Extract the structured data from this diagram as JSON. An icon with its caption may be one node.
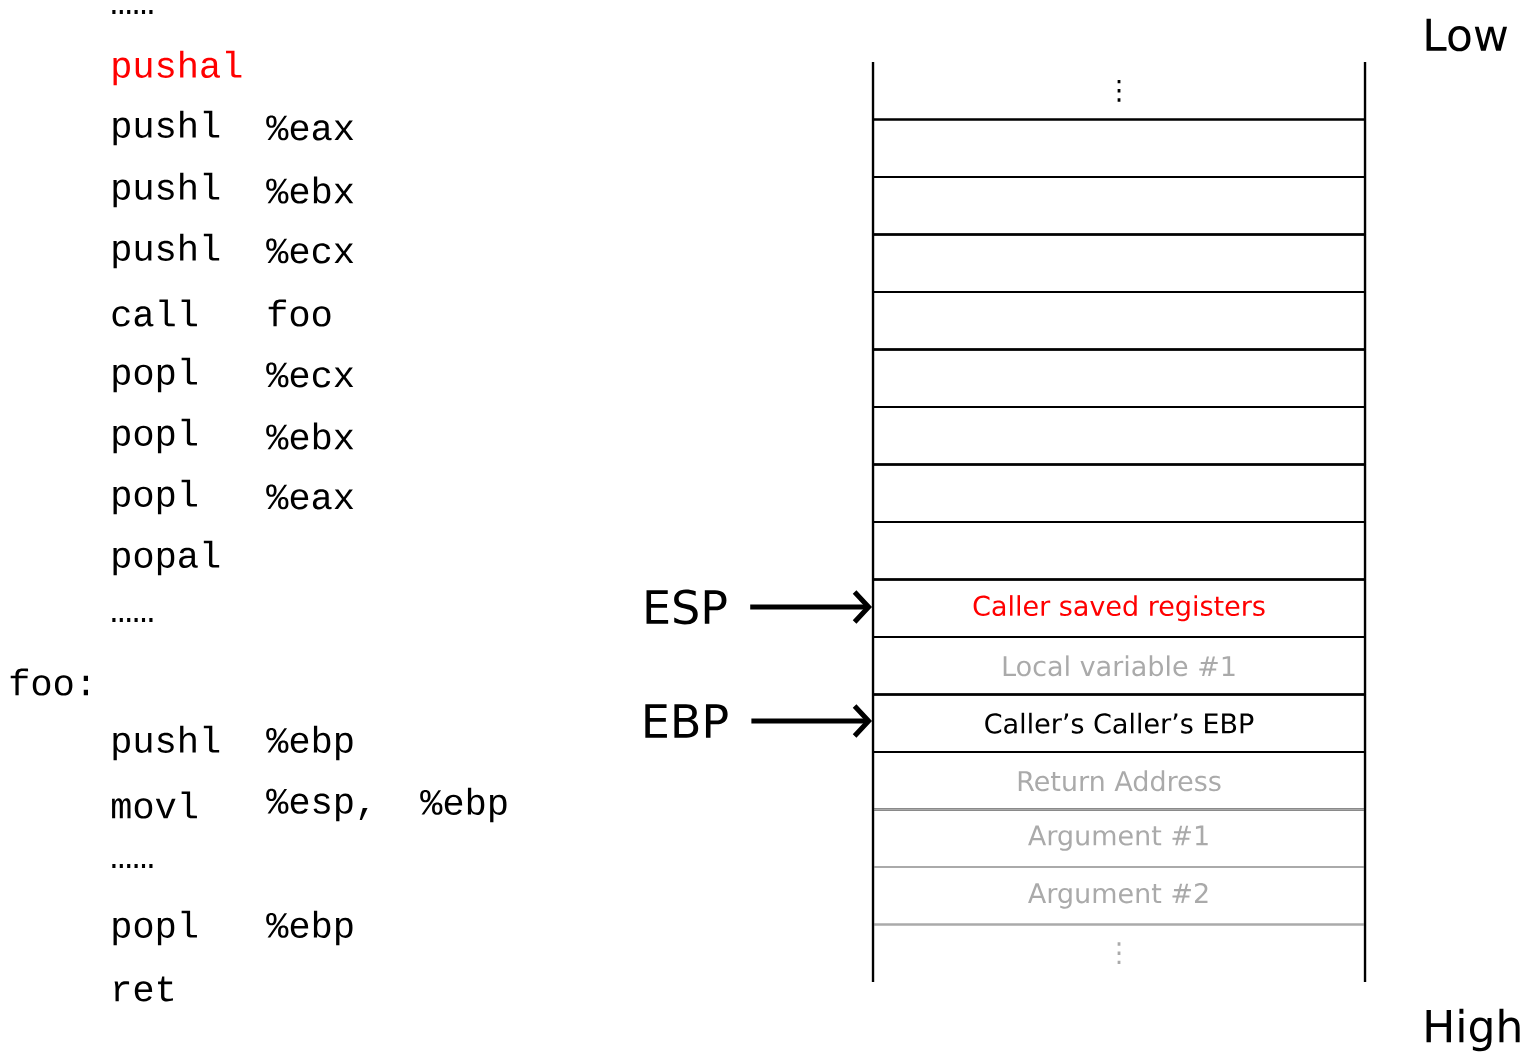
{
  "diagram": {
    "nodes": [
      {
        "text": [
          "⋮"
        ]
      },
      {
        "text": [],
        "shape": "box"
      },
      {
        "text": [],
        "shape": "box"
      },
      {
        "text": [],
        "shape": "box"
      },
      {
        "text": [],
        "shape": "box"
      },
      {
        "text": [],
        "shape": "box"
      },
      {
        "text": [],
        "shape": "box"
      },
      {
        "text": [],
        "shape": "box"
      },
      {
        "text": [],
        "shape": "box"
      },
      {
        "text": [
          "Caller saved registers"
        ]
      },
      {
        "text": [
          "Local variable #1"
        ]
      },
      {
        "text": [
          "Caller’s Caller’s EBP"
        ]
      },
      {
        "text": [
          "Return Address"
        ]
      },
      {
        "text": [
          "Argument #1"
        ]
      },
      {
        "text": [
          "Argument #2"
        ]
      },
      {
        "text": [
          "⋮"
        ]
      },
      {
        "text": [
          "ESP"
        ]
      },
      {
        "text": [
          "EBP"
        ]
      }
    ],
    "edges": [
      {
        "from": 16,
        "to": 9,
        "arrow": "to"
      },
      {
        "from": 17,
        "to": 11,
        "arrow": "to"
      }
    ],
    "labels": [
      "……",
      "pushal",
      "pushl",
      "%eax",
      "pushl",
      "%ebx",
      "pushl",
      "%ecx",
      "call",
      "foo",
      "popl",
      "%ecx",
      "popl",
      "%ebx",
      "popl",
      "%eax",
      "popal",
      "……",
      "foo:",
      "pushl",
      "%ebp",
      "movl",
      "%esp,",
      "%ebp",
      "……",
      "popl",
      "%ebp",
      "ret",
      "Low",
      "High"
    ]
  }
}
